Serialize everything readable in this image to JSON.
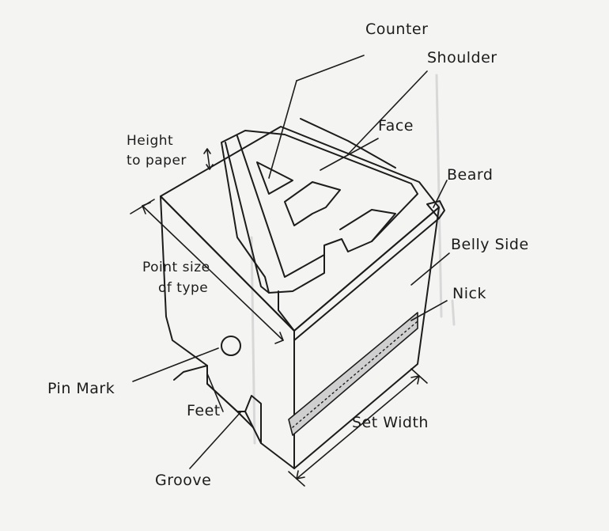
{
  "labels": {
    "counter": "Counter",
    "shoulder": "Shoulder",
    "face": "Face",
    "height_to_paper_line1": "Height",
    "height_to_paper_line2": "to paper",
    "beard": "Beard",
    "belly_side": "Belly Side",
    "point_size_line1": "Point size",
    "point_size_line2": "of type",
    "nick": "Nick",
    "pin_mark": "Pin Mark",
    "feet": "Feet",
    "set_width": "Set Width",
    "groove": "Groove"
  },
  "colors": {
    "ink": "#1c1c1c",
    "paper": "#f4f4f2",
    "nick_fill": "#cfcfcf"
  }
}
